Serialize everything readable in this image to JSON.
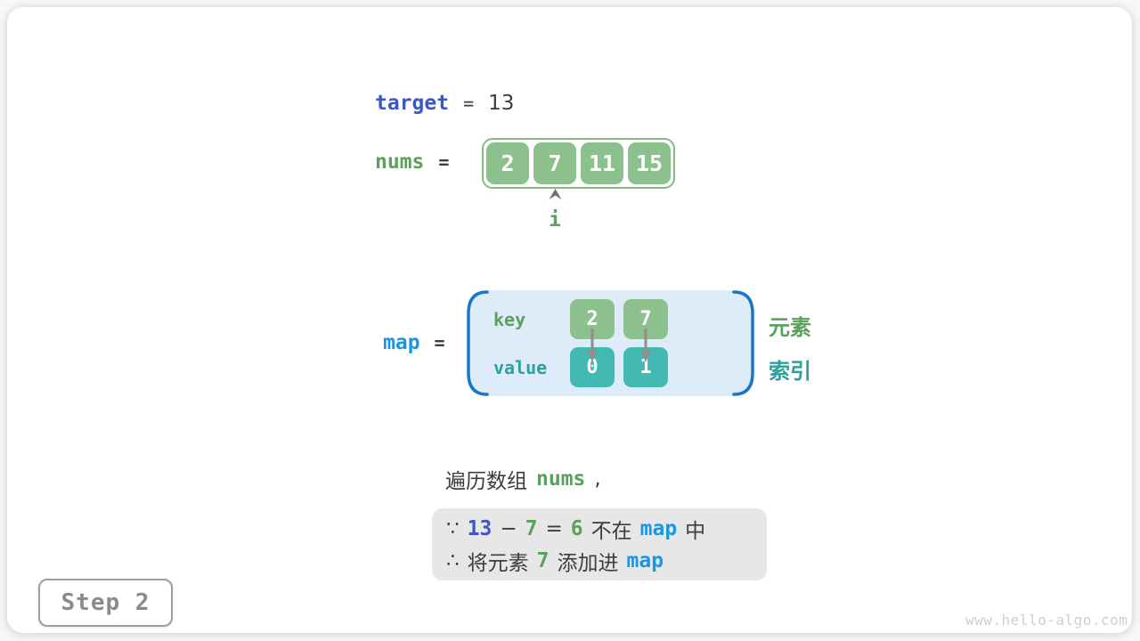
{
  "header": {
    "target_label": "target",
    "target_eq": "=",
    "target_value": "13"
  },
  "nums_row": {
    "label": "nums",
    "eq": "=",
    "cells": [
      "2",
      "7",
      "11",
      "15"
    ],
    "pointer_icon": "up-arrowhead-icon",
    "pointer_label": "i",
    "pointer_cell_index": 1
  },
  "map_row": {
    "label": "map",
    "eq": "=",
    "key_label": "key",
    "value_label": "value",
    "keys": [
      "2",
      "7"
    ],
    "values": [
      "0",
      "1"
    ],
    "arrow_icon": "down-arrow-icon",
    "element_label": "元素",
    "index_label": "索引"
  },
  "caption": {
    "prefix": "遍历数组",
    "code": "nums",
    "comma": ","
  },
  "note": {
    "line1": [
      {
        "t": "∵",
        "c": "dark",
        "m": false
      },
      {
        "t": "13",
        "c": "indigo",
        "m": true
      },
      {
        "t": "−",
        "c": "dark",
        "m": false
      },
      {
        "t": "7",
        "c": "green",
        "m": true
      },
      {
        "t": "=",
        "c": "dark",
        "m": false
      },
      {
        "t": "6",
        "c": "green",
        "m": true
      },
      {
        "t": "不在",
        "c": "dark",
        "m": false
      },
      {
        "t": "map",
        "c": "blue",
        "m": true
      },
      {
        "t": "中",
        "c": "dark",
        "m": false
      }
    ],
    "line2": [
      {
        "t": "∴",
        "c": "dark",
        "m": false
      },
      {
        "t": "将元素",
        "c": "dark",
        "m": false
      },
      {
        "t": "7",
        "c": "green",
        "m": true
      },
      {
        "t": "添加进",
        "c": "dark",
        "m": false
      },
      {
        "t": "map",
        "c": "blue",
        "m": true
      }
    ]
  },
  "footer": {
    "step_label": "Step 2",
    "watermark": "www.hello-algo.com"
  },
  "colors": {
    "accent_indigo": "#3c55c8",
    "accent_blue": "#1b96e3",
    "bracket_blue": "#1877cc",
    "text_green": "#5ba05c",
    "text_teal": "#2aa19b",
    "cell_green": "#8cc08d",
    "cell_teal": "#42bab3",
    "map_bg": "#ddecf8",
    "note_bg": "#e7e7e7",
    "arrow_gray": "#8f8f8f"
  }
}
